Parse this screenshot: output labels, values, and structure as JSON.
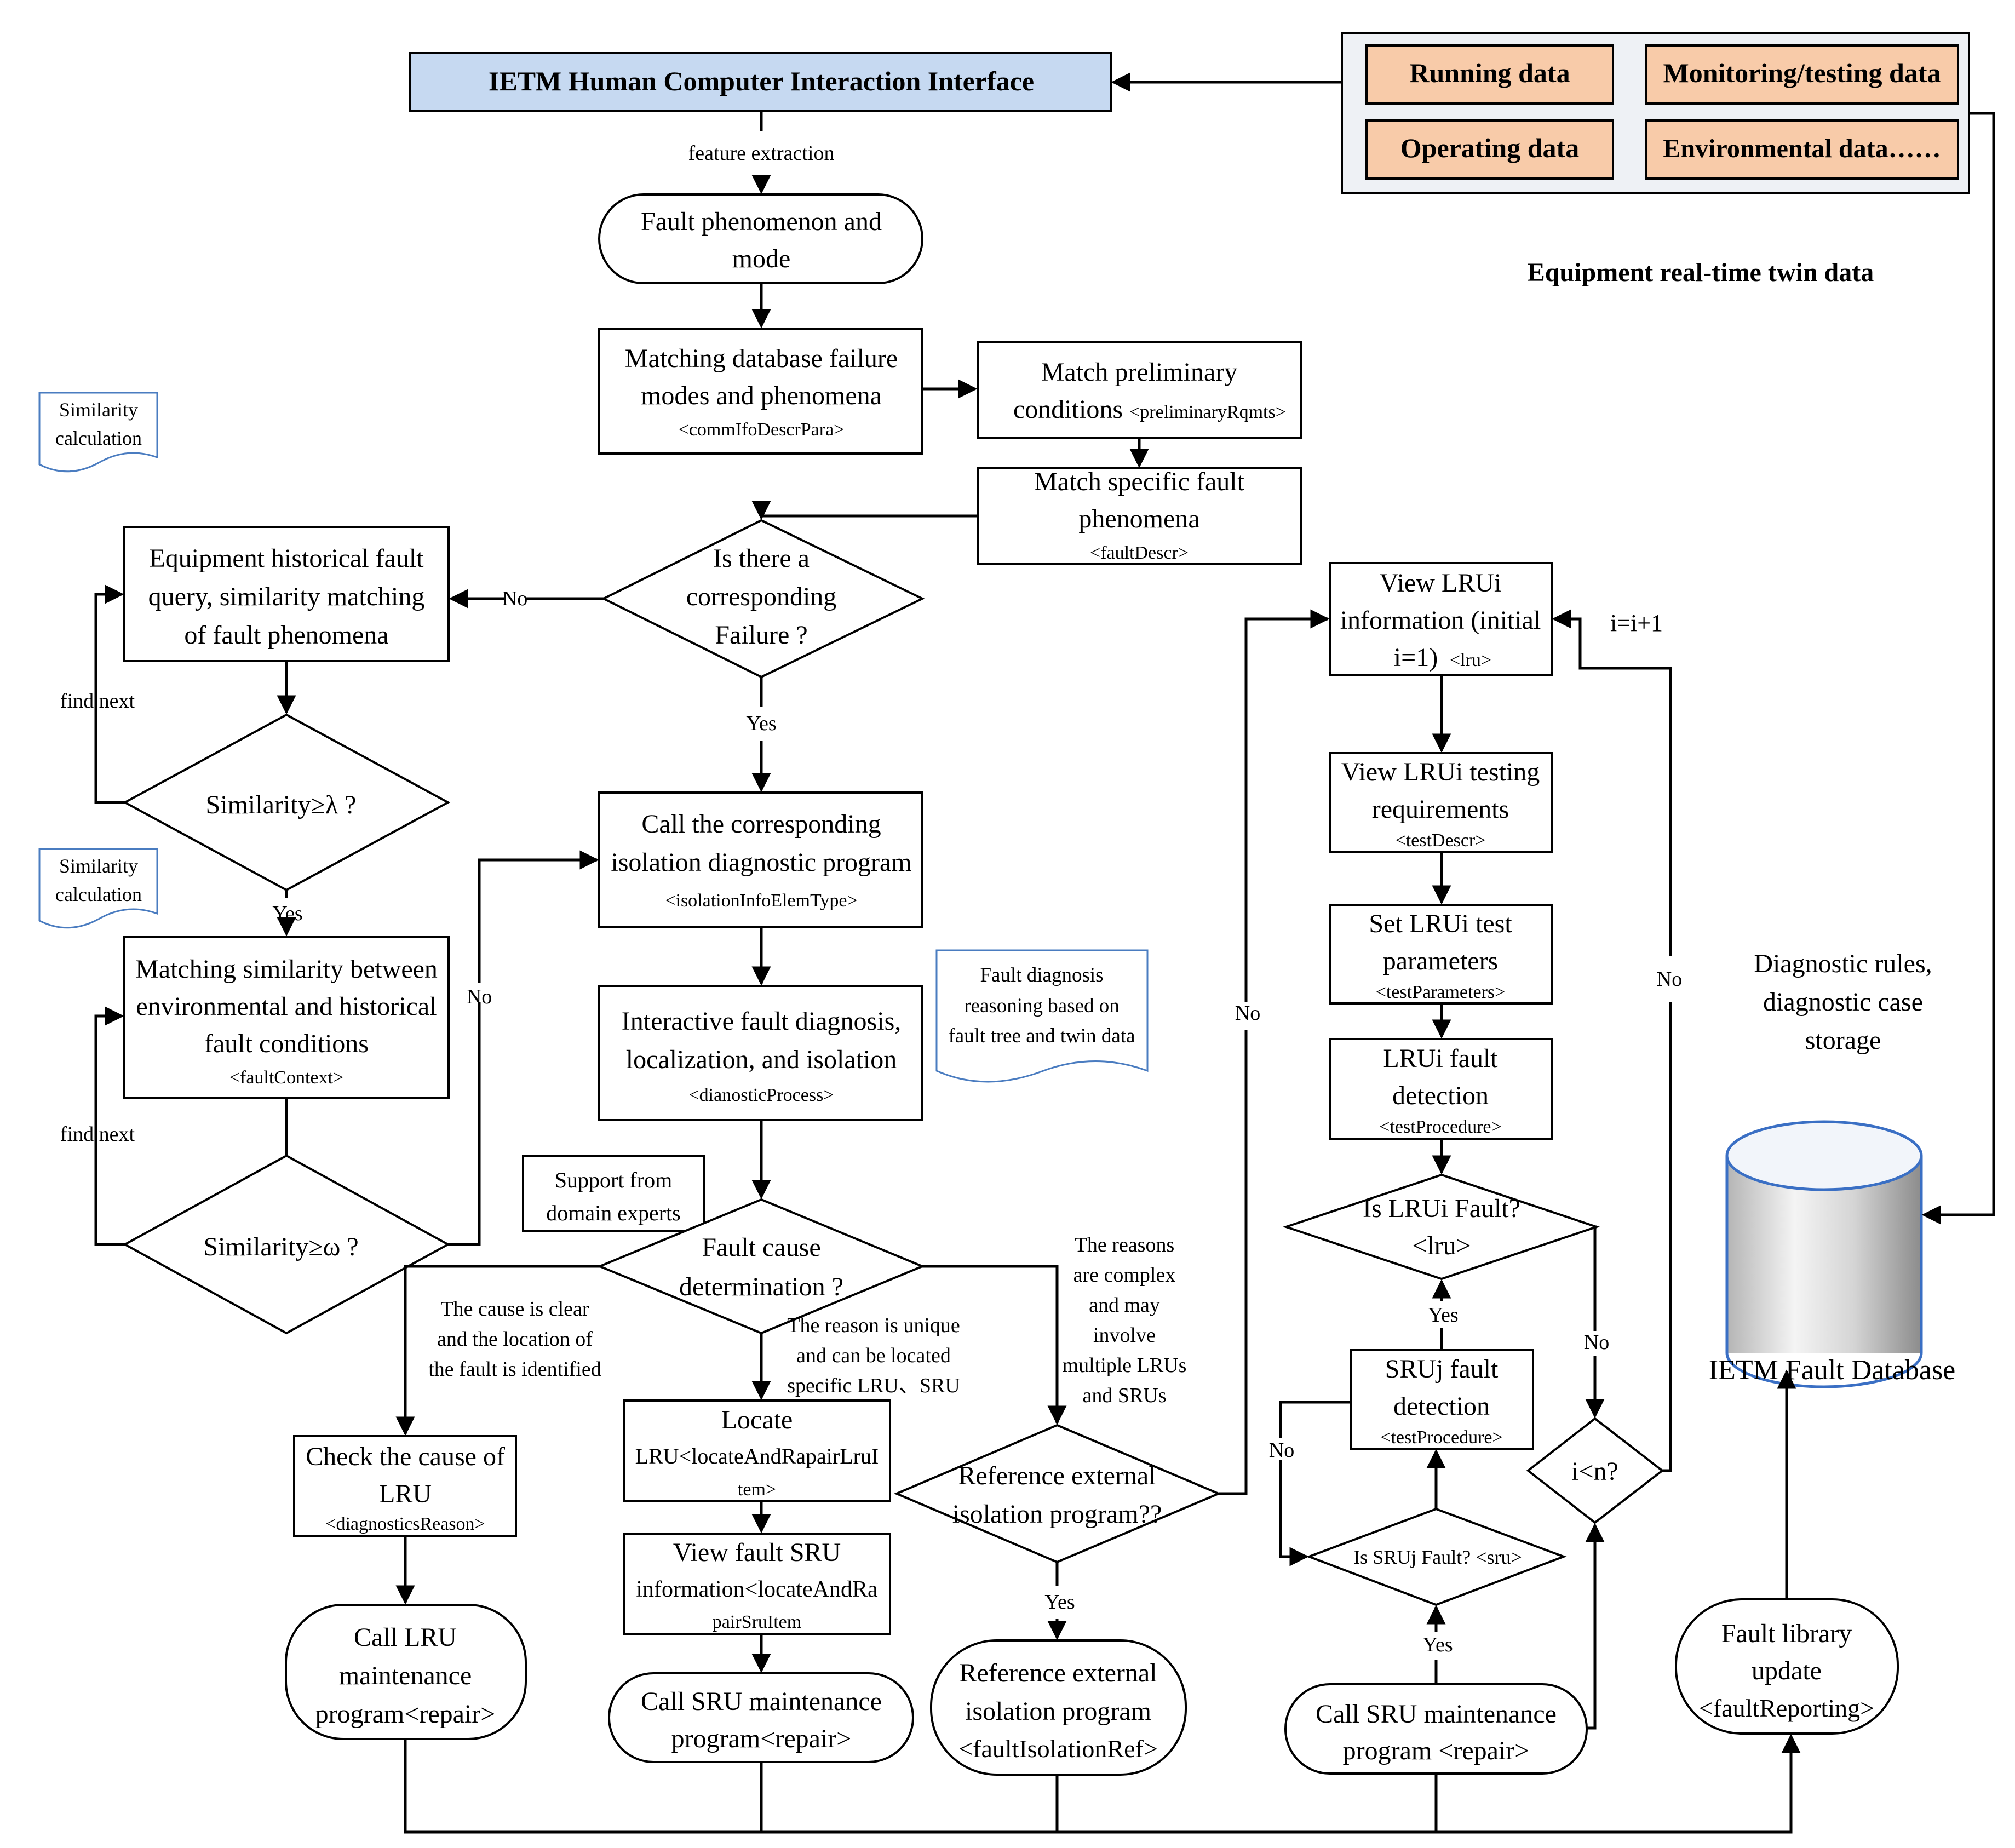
{
  "hmi_interface": "IETM Human Computer Interaction Interface",
  "twin_data": {
    "running": "Running data",
    "monitoring": "Monitoring/testing data",
    "operating": "Operating data",
    "environmental": "Environmental data……",
    "caption": "Equipment real-time twin data"
  },
  "feature_extraction": "feature extraction",
  "fault_phenomenon": [
    "Fault phenomenon and",
    "mode"
  ],
  "matching_db": [
    "Matching database failure",
    "modes and phenomena",
    "<commIfoDescrPara>"
  ],
  "match_preliminary": [
    "Match preliminary",
    "conditions",
    "<preliminaryRqmts>"
  ],
  "match_specific": [
    "Match specific fault",
    "phenomena",
    "<faultDescr>"
  ],
  "similarity_calc_1": [
    "Similarity",
    "calculation"
  ],
  "similarity_calc_2": [
    "Similarity",
    "calculation"
  ],
  "is_corresponding": [
    "Is there a",
    "corresponding",
    "Failure ?"
  ],
  "no_label_1": "No",
  "yes_label_1": "Yes",
  "historical_query": [
    "Equipment historical fault",
    "query, similarity matching",
    "of fault phenomena"
  ],
  "find_next_1": "find next",
  "similarity_lambda": "Similarity≥λ ?",
  "yes_label_2": "Yes",
  "env_matching": [
    "Matching similarity between",
    "environmental and historical",
    "fault conditions",
    "<faultContext>"
  ],
  "find_next_2": "find next",
  "no_label_2": "No",
  "similarity_omega": "Similarity≥ω  ?",
  "call_isolation": [
    "Call the corresponding",
    "isolation diagnostic program",
    "<isolationInfoElemType>"
  ],
  "fault_diag_note": [
    "Fault diagnosis",
    "reasoning based on",
    "fault tree and twin data"
  ],
  "interactive_diag": [
    "Interactive fault diagnosis,",
    "localization, and isolation",
    "<dianosticProcess>"
  ],
  "support_experts": [
    "Support from",
    "domain experts"
  ],
  "fault_cause": [
    "Fault cause",
    "determination ?"
  ],
  "cause_clear": [
    "The cause is clear",
    "and the location of",
    "the fault is identified"
  ],
  "reason_unique": [
    "The reason is unique",
    "and can be located",
    "specific LRU、SRU"
  ],
  "reasons_complex": [
    "The reasons",
    "are complex",
    "and may",
    "involve",
    "multiple LRUs",
    "and SRUs"
  ],
  "check_cause": [
    "Check the cause of",
    "LRU",
    "<diagnosticsReason>"
  ],
  "locate_lru": [
    "Locate",
    "LRU<locateAndRapairLruI",
    "tem>"
  ],
  "view_sru": [
    "View fault SRU",
    "information<locateAndRa",
    "pairSruItem"
  ],
  "reference_ext_q": [
    "Reference external",
    "isolation program??"
  ],
  "yes_label_3": "Yes",
  "call_lru_maint": [
    "Call LRU",
    "maintenance",
    "program<repair>"
  ],
  "call_sru_maint_1": [
    "Call SRU maintenance",
    "program<repair>"
  ],
  "reference_ext": [
    "Reference external",
    "isolation program",
    "<faultIsolationRef>"
  ],
  "no_label_3": "No",
  "view_lru_info": [
    "View LRUi",
    "information (initial",
    "i=1)",
    "<lru>"
  ],
  "i_increment": "i=i+1",
  "view_lru_testing": [
    "View LRUi testing",
    "requirements",
    "<testDescr>"
  ],
  "set_lru_params": [
    "Set LRUi test",
    "parameters",
    "<testParameters>"
  ],
  "lru_fault_detect": [
    "LRUi fault",
    "detection",
    "<testProcedure>"
  ],
  "is_lru_fault": [
    "Is LRUi Fault?",
    "<lru>"
  ],
  "yes_label_4": "Yes",
  "no_label_4": "No",
  "sru_fault_detect": [
    "SRUj fault",
    "detection",
    "<testProcedure>"
  ],
  "no_label_5": "No",
  "is_sru_fault": "Is SRUj Fault? <sru>",
  "yes_label_5": "Yes",
  "call_sru_maint_2": [
    "Call SRU maintenance",
    "program <repair>"
  ],
  "no_label_6": "No",
  "i_less_n": "i<n?",
  "diag_rules": [
    "Diagnostic rules,",
    "diagnostic case",
    "storage"
  ],
  "fault_db": "IETM Fault Database",
  "fault_lib_update": [
    "Fault library",
    "update",
    "<faultReporting>"
  ],
  "colors": {
    "hmi_fill": "#c6d9f1",
    "twin_fill": "#f8cba9",
    "twin_panel": "#eef1f5",
    "note_stroke": "#4a7cc0",
    "db_stroke": "#3a6fc4"
  }
}
